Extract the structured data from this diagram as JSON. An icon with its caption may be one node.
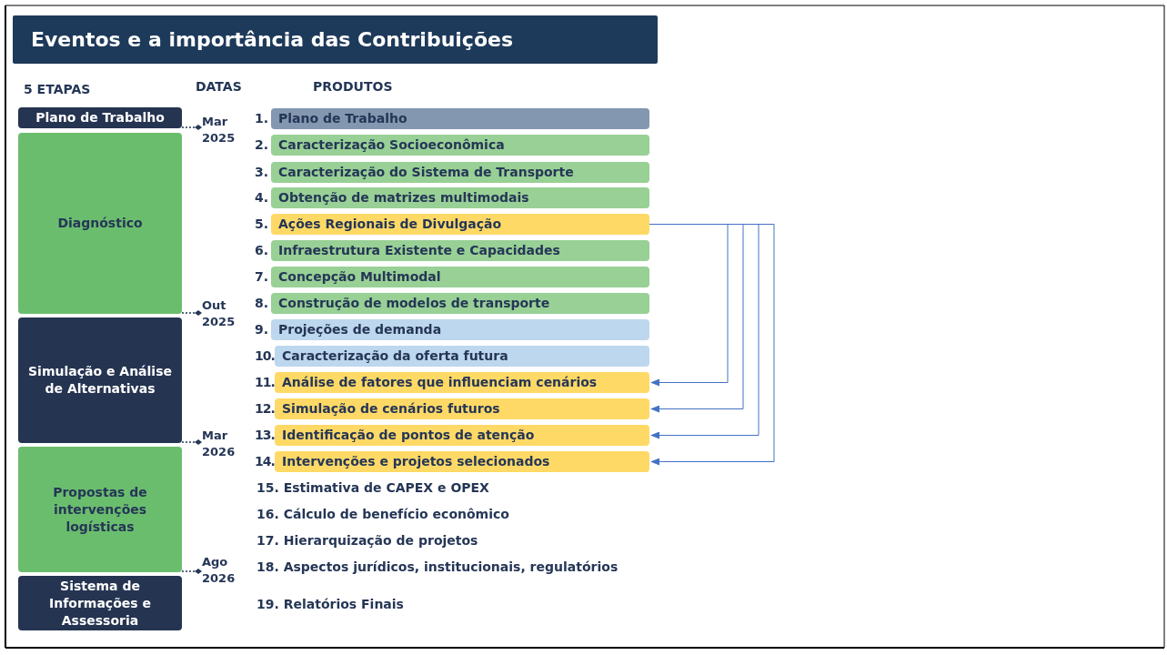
{
  "diagram": {
    "title": "Eventos e a importância das Contribuições",
    "nodes": [
      {
        "text": [
          "Plano de Trabalho"
        ]
      },
      {
        "text": [
          "Diagnóstico"
        ]
      },
      {
        "text": [
          "Simulação e Análise de Alternativas"
        ]
      },
      {
        "text": [
          "Propostas de intervenções logísticas"
        ]
      },
      {
        "text": [
          "Sistema de Informações e Assessoria"
        ]
      },
      {
        "text": [
          "Mar 2025"
        ]
      },
      {
        "text": [
          "Out 2025"
        ]
      },
      {
        "text": [
          "Mar 2026"
        ]
      },
      {
        "text": [
          "Ago 2026"
        ]
      },
      {
        "text": [
          "1.",
          "Plano de Trabalho"
        ]
      },
      {
        "text": [
          "2.",
          "Caracterização Socioeconômica"
        ]
      },
      {
        "text": [
          "3.",
          "Caracterização do Sistema de Transporte"
        ]
      },
      {
        "text": [
          "4.",
          "Obtenção de matrizes multimodais"
        ]
      },
      {
        "text": [
          "5.",
          "Ações Regionais de Divulgação"
        ]
      },
      {
        "text": [
          "6.",
          "Infraestrutura Existente e Capacidades"
        ]
      },
      {
        "text": [
          "7.",
          "Concepção Multimodal"
        ]
      },
      {
        "text": [
          "8.",
          "Construção de modelos de transporte"
        ]
      },
      {
        "text": [
          "9.",
          "Projeções de demanda"
        ]
      },
      {
        "text": [
          "10.",
          "Caracterização da oferta futura"
        ]
      },
      {
        "text": [
          "11.",
          "Análise de fatores que influenciam cenários"
        ]
      },
      {
        "text": [
          "12.",
          "Simulação de cenários futuros"
        ]
      },
      {
        "text": [
          "13.",
          "Identificação de pontos de atenção"
        ]
      },
      {
        "text": [
          "14.",
          "Intervenções e projetos selecionados"
        ]
      }
    ],
    "edges": [
      {
        "from": 0,
        "to": 5,
        "arrow": "other",
        "style": "dashed"
      },
      {
        "from": 1,
        "to": 6,
        "arrow": "other",
        "style": "dashed"
      },
      {
        "from": 2,
        "to": 7,
        "arrow": "other",
        "style": "dashed"
      },
      {
        "from": 3,
        "to": 8,
        "arrow": "other",
        "style": "dashed"
      },
      {
        "from": 13,
        "to": 19,
        "arrow": "to",
        "color": "#4472c4"
      },
      {
        "from": 13,
        "to": 20,
        "arrow": "to",
        "color": "#4472c4"
      },
      {
        "from": 13,
        "to": 21,
        "arrow": "to",
        "color": "#4472c4"
      },
      {
        "from": 13,
        "to": 22,
        "arrow": "to",
        "color": "#4472c4"
      }
    ],
    "labels": [
      "5 ETAPAS",
      "DATAS",
      "PRODUTOS",
      "15. Estimativa de CAPEX e OPEX",
      "16. Cálculo de benefício econômico",
      "17. Hierarquização de projetos",
      "18. Aspectos jurídicos, institucionais, regulatórios",
      "19. Relatórios Finais"
    ]
  }
}
